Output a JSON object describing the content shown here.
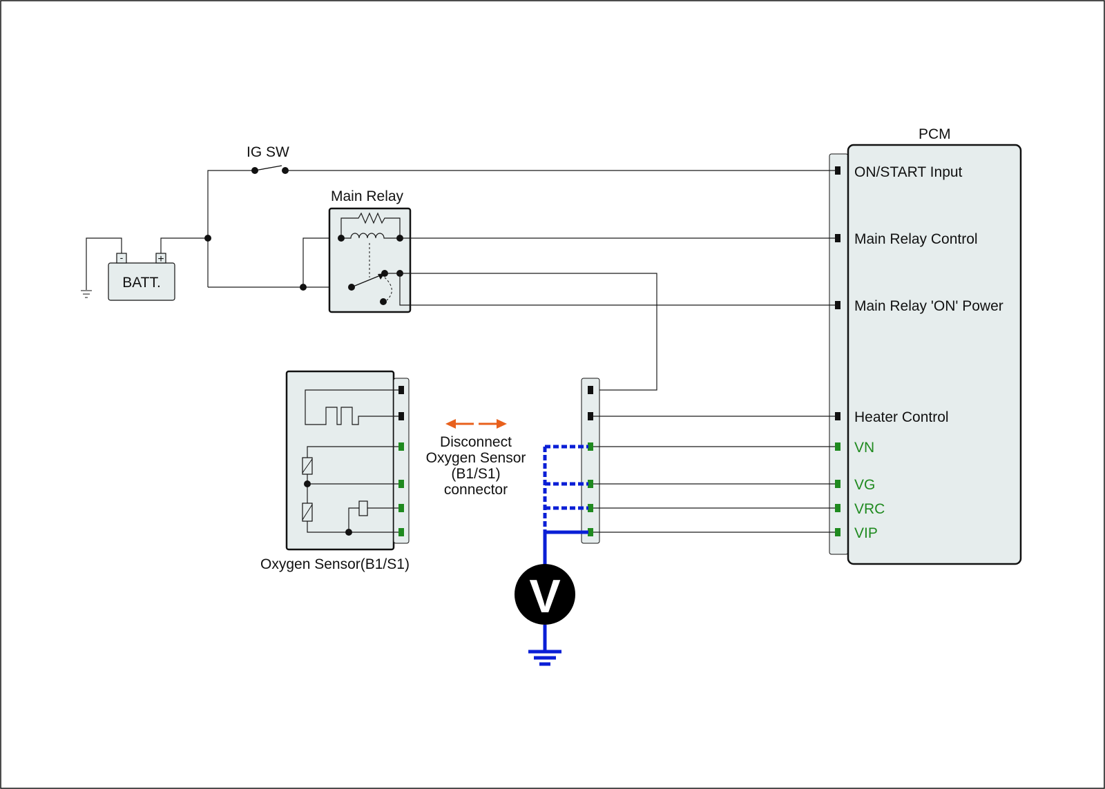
{
  "labels": {
    "ig_sw": "IG SW",
    "main_relay": "Main Relay",
    "battery": "BATT.",
    "battery_minus": "-",
    "battery_plus": "+",
    "pcm": "PCM",
    "oxygen_sensor": "Oxygen Sensor(B1/S1)",
    "voltmeter": "V",
    "disconnect_note": [
      "Disconnect",
      "Oxygen Sensor",
      "(B1/S1)",
      "connector"
    ]
  },
  "pcm_pins": [
    {
      "label": "ON/START Input",
      "color": "#111111"
    },
    {
      "label": "Main Relay Control",
      "color": "#111111"
    },
    {
      "label": "Main Relay 'ON' Power",
      "color": "#111111"
    },
    {
      "label": "Heater Control",
      "color": "#111111"
    },
    {
      "label": "VN",
      "color": "#1f8a1f"
    },
    {
      "label": "VG",
      "color": "#1f8a1f"
    },
    {
      "label": "VRC",
      "color": "#1f8a1f"
    },
    {
      "label": "VIP",
      "color": "#1f8a1f"
    }
  ],
  "colors": {
    "probe_wire": "#0a1fd6",
    "disconnect_arrow": "#e8601c",
    "signal_pin": "#1f8a1f",
    "power_pin": "#111111",
    "component_fill": "#e6eded"
  }
}
